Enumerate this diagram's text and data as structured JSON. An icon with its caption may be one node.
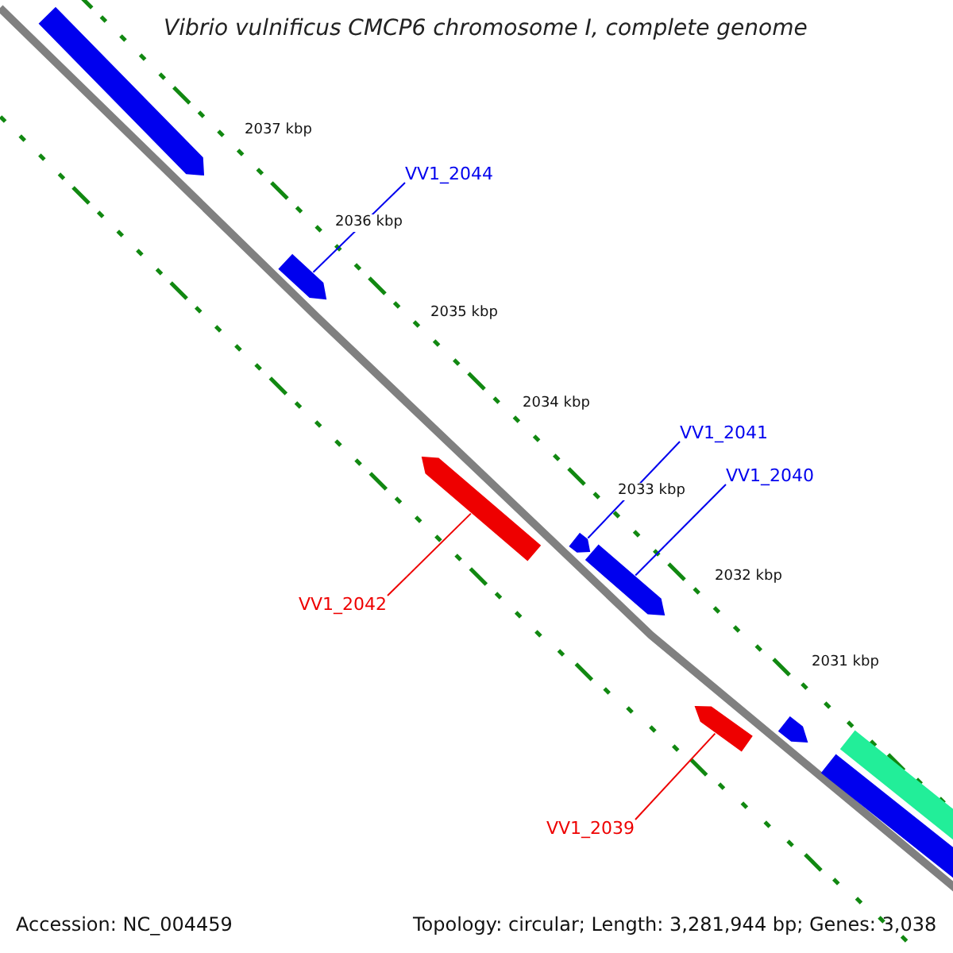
{
  "diagram": {
    "title": "Vibrio vulnificus CMCP6 chromosome I, complete genome",
    "nodes": [
      {
        "text": [],
        "shape": "bar"
      },
      {
        "text": [
          "VV1_2044"
        ]
      },
      {
        "text": [],
        "shape": "bar"
      },
      {
        "text": [
          "VV1_2041"
        ]
      },
      {
        "text": [],
        "shape": "bar"
      },
      {
        "text": [
          "VV1_2040"
        ]
      },
      {
        "text": [],
        "shape": "bar"
      },
      {
        "text": [],
        "shape": "bar"
      },
      {
        "text": [
          "VV1_2042"
        ]
      },
      {
        "text": [],
        "shape": "bar"
      },
      {
        "text": [],
        "shape": "bar"
      },
      {
        "text": [],
        "shape": "bar"
      },
      {
        "text": [],
        "shape": "bar"
      },
      {
        "text": [
          "VV1_2039"
        ]
      }
    ],
    "edges": [
      {
        "from": 1,
        "to": 2,
        "arrow": "none"
      },
      {
        "from": 3,
        "to": 6,
        "arrow": "none"
      },
      {
        "from": 5,
        "to": 7,
        "arrow": "none"
      },
      {
        "from": 8,
        "to": 4,
        "arrow": "none",
        "color": "#ee0000"
      },
      {
        "from": 13,
        "to": 9,
        "arrow": "none",
        "color": "#ee0000"
      }
    ],
    "labels": [
      "2037 kbp",
      "2036 kbp",
      "2035 kbp",
      "2034 kbp",
      "2033 kbp",
      "2032 kbp",
      "2031 kbp",
      "Accession: NC_004459",
      "Topology: circular; Length: 3,281,944 bp; Genes: 3,038"
    ]
  }
}
